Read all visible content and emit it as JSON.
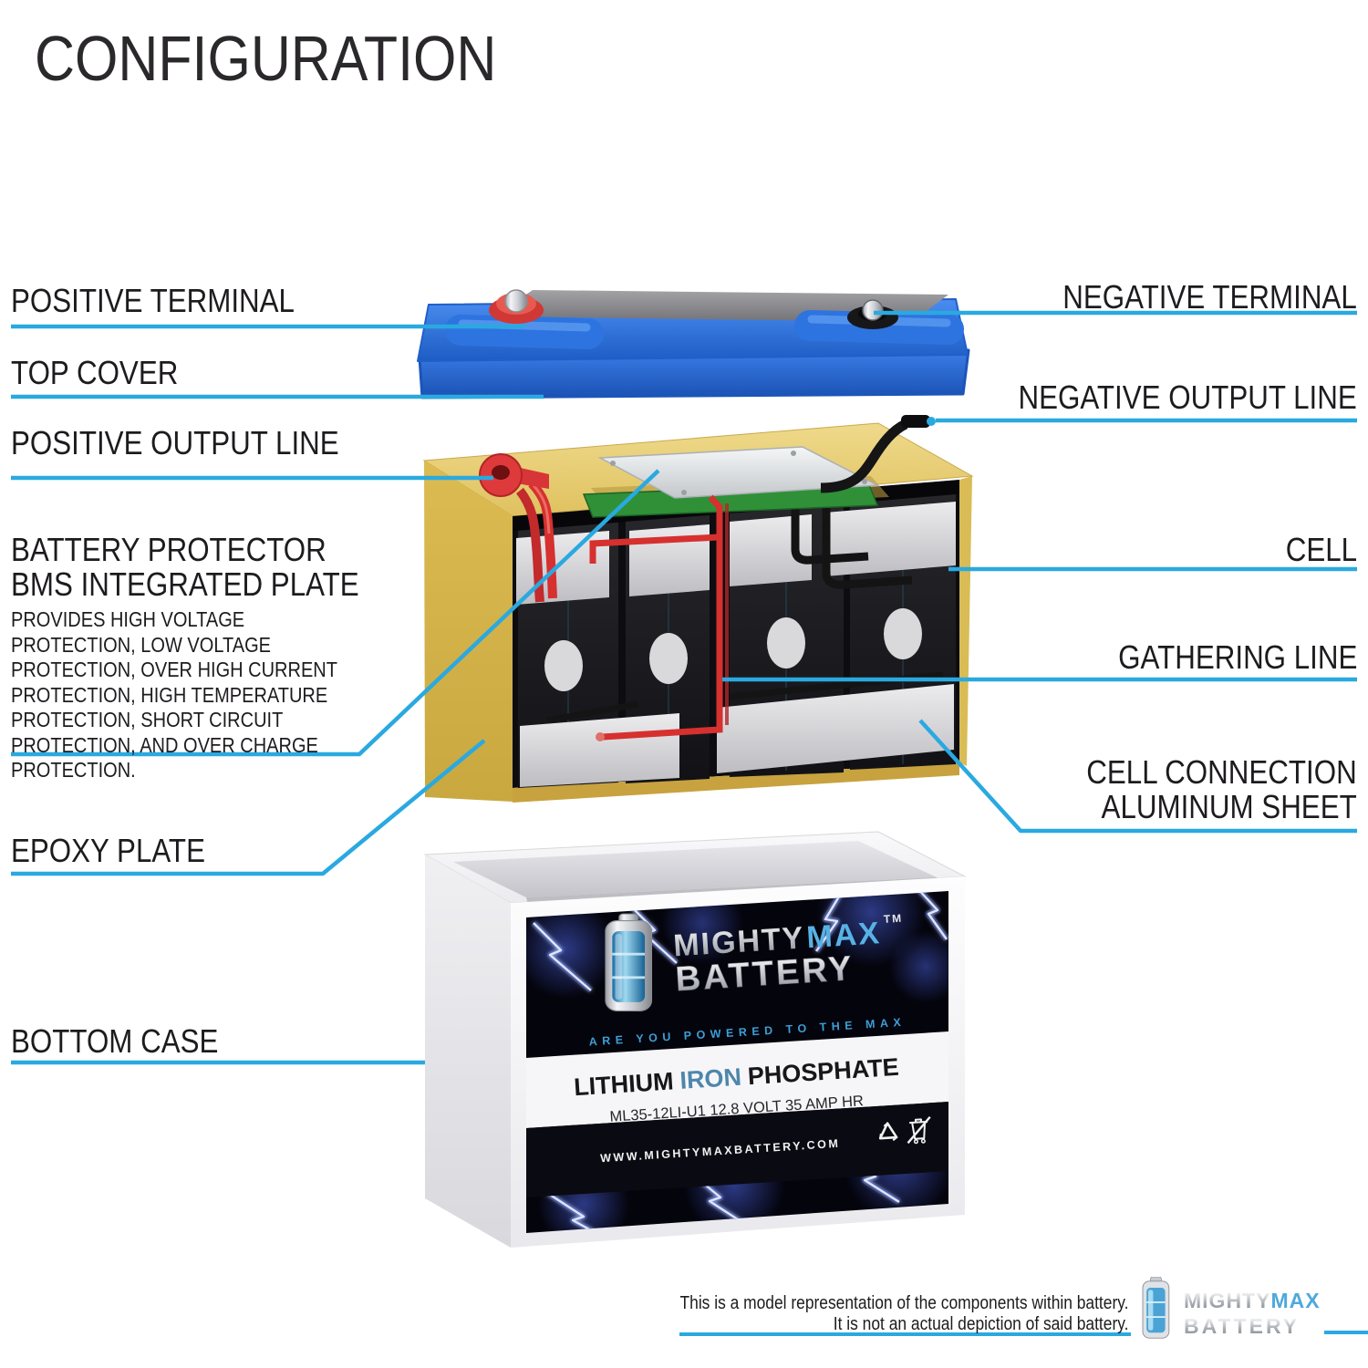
{
  "title": "CONFIGURATION",
  "colors": {
    "accent_callout": "#2AA9E0",
    "top_cover_blue": "#2E76E2",
    "case_yellow": "#DFC15F",
    "output_line_red": "#D6302F",
    "label_text": "#1D1B1E",
    "iron_blue": "#4E86AC",
    "tagline_blue": "#3D9FD6"
  },
  "callouts": {
    "left": [
      {
        "id": "positive-terminal",
        "label": "POSITIVE TERMINAL"
      },
      {
        "id": "top-cover",
        "label": "TOP COVER"
      },
      {
        "id": "positive-output-line",
        "label": "POSITIVE OUTPUT LINE"
      },
      {
        "id": "battery-protector",
        "label": "BATTERY PROTECTOR",
        "label2": "BMS INTEGRATED PLATE",
        "description": "PROVIDES HIGH VOLTAGE PROTECTION, LOW VOLTAGE PROTECTION, OVER HIGH CURRENT PROTECTION, HIGH TEMPERATURE PROTECTION, SHORT CIRCUIT PROTECTION, AND OVER CHARGE PROTECTION."
      },
      {
        "id": "epoxy-plate",
        "label": "EPOXY PLATE"
      },
      {
        "id": "bottom-case",
        "label": "BOTTOM CASE"
      }
    ],
    "right": [
      {
        "id": "negative-terminal",
        "label": "NEGATIVE TERMINAL"
      },
      {
        "id": "negative-output-line",
        "label": "NEGATIVE OUTPUT LINE"
      },
      {
        "id": "cell",
        "label": "CELL"
      },
      {
        "id": "gathering-line",
        "label": "GATHERING LINE"
      },
      {
        "id": "cell-connection",
        "label": "CELL CONNECTION",
        "label2": "ALUMINUM SHEET"
      }
    ]
  },
  "battery_label": {
    "brand": {
      "mighty": "MIGHTY",
      "max": "MAX",
      "tm": "TM",
      "battery": "BATTERY"
    },
    "tagline": "ARE YOU POWERED TO THE MAX",
    "chemistry": {
      "lithium": "LITHIUM",
      "iron": "IRON",
      "phosphate": "PHOSPHATE"
    },
    "model": "ML35-12LI-U1 12.8 VOLT 35 AMP HR",
    "website": "WWW.MIGHTYMAXBATTERY.COM",
    "icons": [
      "recycle-icon",
      "crossed-out-bin-icon",
      "battery-icon"
    ]
  },
  "footer": {
    "disclaimer_line1": "This is a model representation of the components within battery.",
    "disclaimer_line2": "It is not an actual depiction of said battery.",
    "logo": {
      "mighty": "MIGHTY",
      "max": "MAX",
      "battery": "BATTERY"
    }
  }
}
